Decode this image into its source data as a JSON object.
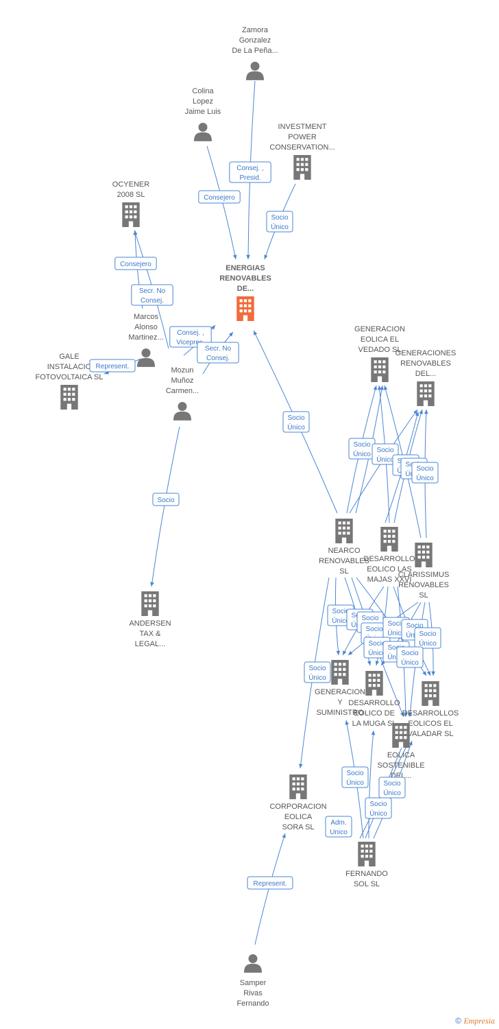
{
  "nodes": [
    {
      "id": "zamora",
      "type": "person",
      "lines": [
        "Zamora",
        "Gonzalez",
        "De La Peña..."
      ]
    },
    {
      "id": "colina",
      "type": "person",
      "lines": [
        "Colina",
        "Lopez",
        "Jaime Luis"
      ]
    },
    {
      "id": "investment",
      "type": "company",
      "lines": [
        "INVESTMENT",
        "POWER",
        "CONSERVATION..."
      ]
    },
    {
      "id": "ocyener",
      "type": "company",
      "lines": [
        "OCYENER",
        "2008 SL"
      ]
    },
    {
      "id": "energias",
      "type": "company",
      "main": true,
      "lines": [
        "ENERGIAS",
        "RENOVABLES",
        "DE..."
      ]
    },
    {
      "id": "marcos",
      "type": "person",
      "lines": [
        "Marcos",
        "Alonso",
        "Martinez..."
      ]
    },
    {
      "id": "gale",
      "type": "company",
      "lines": [
        "GALE",
        "INSTALACIO",
        "FOTOVOLTAICA SL"
      ]
    },
    {
      "id": "mozun",
      "type": "person",
      "lines": [
        "Mozun",
        "Muñoz",
        "Carmen..."
      ]
    },
    {
      "id": "andersen",
      "type": "company",
      "lines": [
        "ANDERSEN",
        "TAX &",
        "LEGAL..."
      ]
    },
    {
      "id": "gen_vedado",
      "type": "company",
      "lines": [
        "GENERACION",
        "EOLICA EL",
        "VEDADO SL"
      ]
    },
    {
      "id": "gen_renov",
      "type": "company",
      "lines": [
        "GENERACIONES",
        "RENOVABLES",
        "DEL..."
      ]
    },
    {
      "id": "nearco",
      "type": "company",
      "lines": [
        "NEARCO",
        "RENOVABLES",
        "SL"
      ]
    },
    {
      "id": "des_majas",
      "type": "company",
      "lines": [
        "DESARROLLO",
        "EOLICO LAS",
        "MAJAS XXVI"
      ]
    },
    {
      "id": "clarissimus",
      "type": "company",
      "lines": [
        "CLARISSIMUS",
        "RENOVABLES",
        "SL"
      ]
    },
    {
      "id": "gen_sum",
      "type": "company",
      "lines": [
        "GENERACION",
        "Y",
        "SUMINISTRO"
      ]
    },
    {
      "id": "des_muga",
      "type": "company",
      "lines": [
        "DESARROLLO",
        "EOLICO DE",
        "LA MUGA SL"
      ]
    },
    {
      "id": "des_valadar",
      "type": "company",
      "lines": [
        "DESARROLLOS",
        "EOLICOS EL",
        "VALADAR SL"
      ]
    },
    {
      "id": "eolica_sost",
      "type": "company",
      "lines": [
        "EOLICA",
        "SOSTENIBLE",
        "DEL..."
      ]
    },
    {
      "id": "corporacion",
      "type": "company",
      "lines": [
        "CORPORACION",
        "EOLICA",
        "SORA  SL"
      ]
    },
    {
      "id": "fernando_sol",
      "type": "company",
      "lines": [
        "FERNANDO",
        "SOL SL"
      ]
    },
    {
      "id": "samper",
      "type": "person",
      "lines": [
        "Samper",
        "Rivas",
        "Fernando"
      ]
    }
  ],
  "edge_labels": [
    {
      "id": "l1",
      "lines": [
        "Consej. ,",
        "Presid."
      ]
    },
    {
      "id": "l2",
      "lines": [
        "Consejero"
      ]
    },
    {
      "id": "l3",
      "lines": [
        "Socio",
        "Único"
      ]
    },
    {
      "id": "l4",
      "lines": [
        "Consejero"
      ]
    },
    {
      "id": "l5",
      "lines": [
        "Secr.  No",
        "Consej."
      ]
    },
    {
      "id": "l6",
      "lines": [
        "Consej. ,",
        "Vicepres."
      ]
    },
    {
      "id": "l7",
      "lines": [
        "Secr.  No",
        "Consej."
      ]
    },
    {
      "id": "l8",
      "lines": [
        "Represent."
      ]
    },
    {
      "id": "l9",
      "lines": [
        "Socio"
      ]
    },
    {
      "id": "l10",
      "lines": [
        "Socio",
        "Único"
      ]
    },
    {
      "id": "l11",
      "lines": [
        "Socio",
        "Único"
      ]
    },
    {
      "id": "l12",
      "lines": [
        "Socio",
        "Único"
      ]
    },
    {
      "id": "l13",
      "lines": [
        "Socio",
        "Único"
      ]
    },
    {
      "id": "l14",
      "lines": [
        "Socio",
        "Único"
      ]
    },
    {
      "id": "l15",
      "lines": [
        "Socio",
        "Único"
      ]
    },
    {
      "id": "l16",
      "lines": [
        "Socio",
        "Único"
      ]
    },
    {
      "id": "l17",
      "lines": [
        "Socio",
        "Único"
      ]
    },
    {
      "id": "l18",
      "lines": [
        "Socio",
        "Único"
      ]
    },
    {
      "id": "l19",
      "lines": [
        "Socio",
        "Único"
      ]
    },
    {
      "id": "l20",
      "lines": [
        "Socio",
        "Único"
      ]
    },
    {
      "id": "l21",
      "lines": [
        "Socio",
        "Único"
      ]
    },
    {
      "id": "l22",
      "lines": [
        "Socio",
        "Único"
      ]
    },
    {
      "id": "l23",
      "lines": [
        "Socio",
        "Único"
      ]
    },
    {
      "id": "l24",
      "lines": [
        "Socio",
        "Único"
      ]
    },
    {
      "id": "l25",
      "lines": [
        "Socio",
        "Único"
      ]
    },
    {
      "id": "l26",
      "lines": [
        "Socio",
        "Único"
      ]
    },
    {
      "id": "l27",
      "lines": [
        "Socio",
        "Único"
      ]
    },
    {
      "id": "l28",
      "lines": [
        "Socio",
        "Único"
      ]
    },
    {
      "id": "l29",
      "lines": [
        "Socio",
        "Único"
      ]
    },
    {
      "id": "l30",
      "lines": [
        "Adm.",
        "Unico"
      ]
    },
    {
      "id": "l31",
      "lines": [
        "Represent."
      ]
    }
  ],
  "colors": {
    "edge": "#4a86d4",
    "node_icon": "#777777",
    "main_node_icon": "#f26b3a",
    "label_text": "#555555"
  },
  "footer": {
    "symbol": "©",
    "brand": "Empresia"
  }
}
